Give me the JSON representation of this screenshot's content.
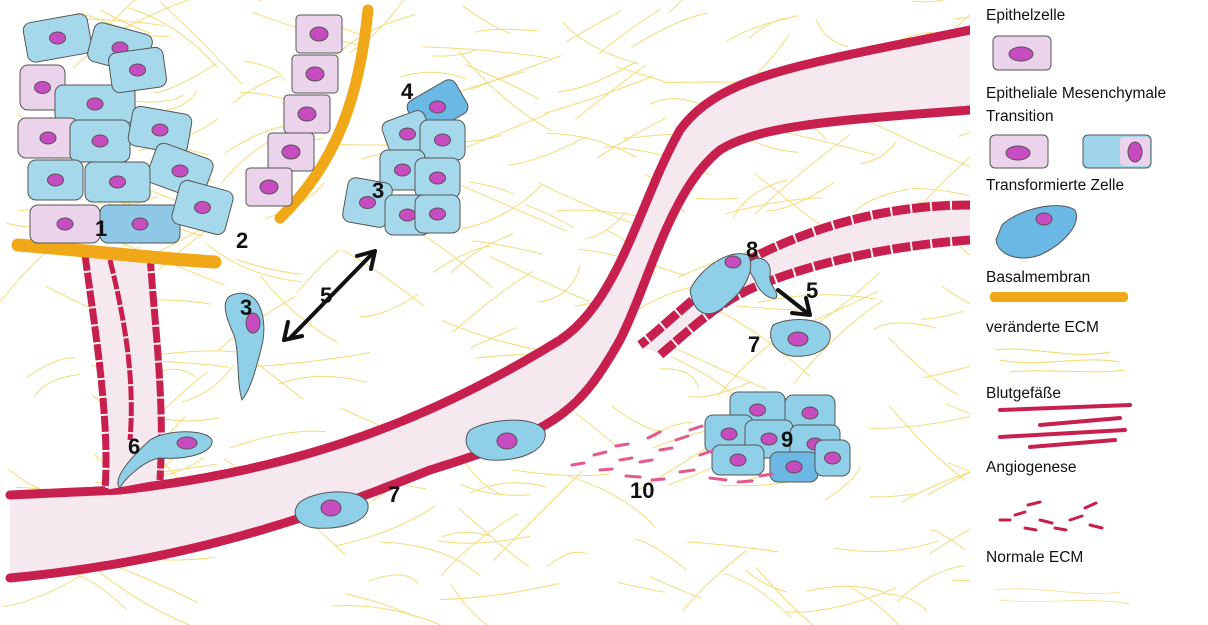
{
  "colors": {
    "ecm_fiber": "#f1d96a",
    "ecm_fiber_normal": "#f3e6a4",
    "basement_membrane": "#f0a818",
    "vessel_red": "#c8204e",
    "vessel_lumen": "#f6e8ef",
    "cell_blue": "#8fd0e8",
    "cell_blue_dark": "#3b9fd8",
    "epithel_pink": "#ecd3ec",
    "nucleus": "#c64cbf"
  },
  "numbers": {
    "n1": "1",
    "n2": "2",
    "n3a": "3",
    "n3b": "3",
    "n4": "4",
    "n5a": "5",
    "n5b": "5",
    "n6": "6",
    "n7a": "7",
    "n7b": "7",
    "n8": "8",
    "n9": "9",
    "n10": "10"
  },
  "legend": {
    "epithelzelle": "Epithelzelle",
    "emt_line1": "Epitheliale Mesenchymale",
    "emt_line2": "Transition",
    "transformierte": "Transformierte Zelle",
    "basalmembran": "Basalmembran",
    "veraenderte_ecm": "veränderte ECM",
    "blutgefaesse": "Blutgefäße",
    "angiogenese": "Angiogenese",
    "normale_ecm": "Normale ECM"
  }
}
